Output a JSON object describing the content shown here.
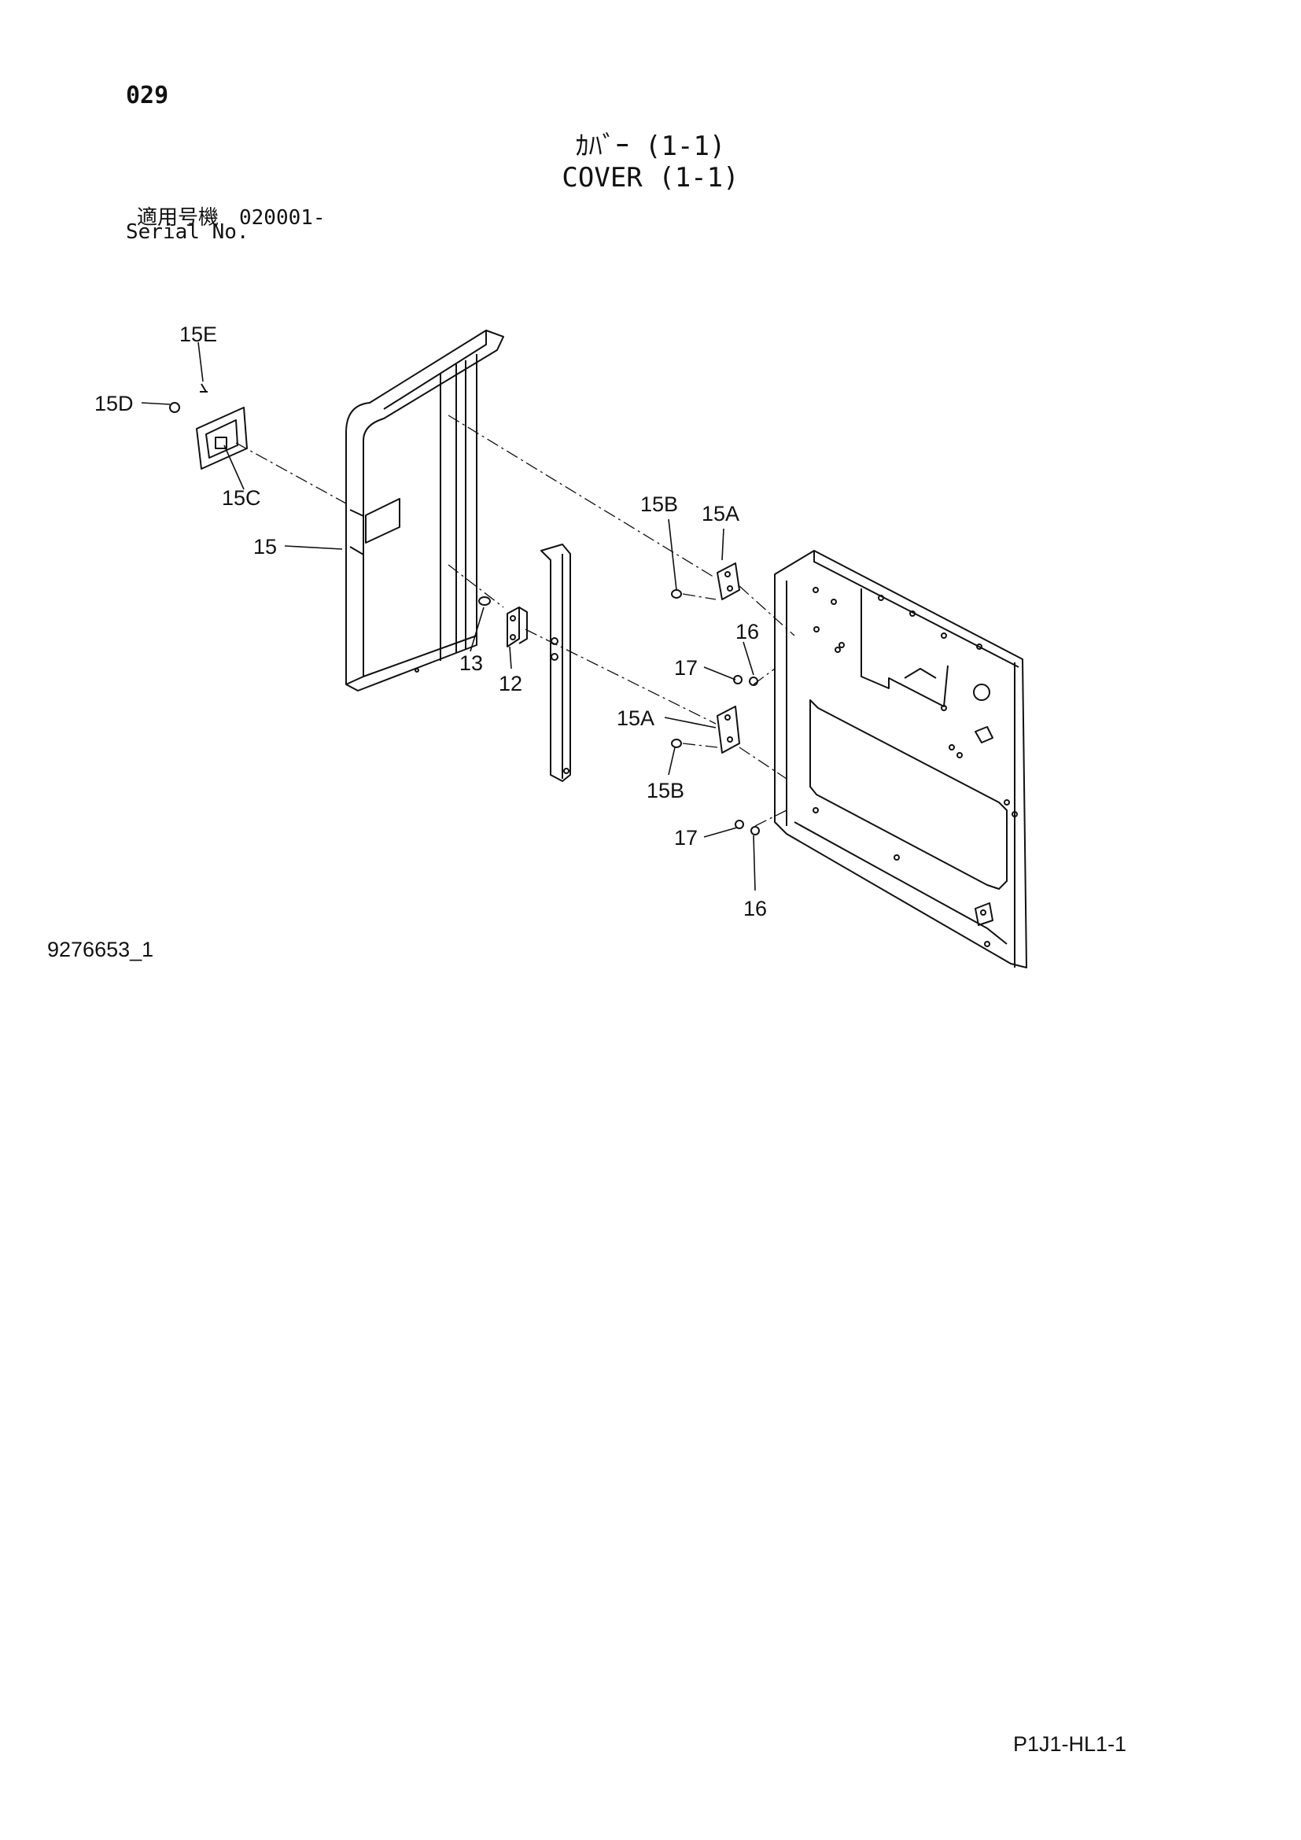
{
  "page": {
    "number": "029",
    "title_jp": "ｶﾊﾞｰ (1-1)",
    "title_en": "COVER (1-1)",
    "serial_jp": "適用号機　020001-",
    "serial_en": "Serial No.",
    "drawing_id": "9276653_1",
    "sheet_code": "P1J1-HL1-1"
  },
  "callouts": [
    "15E",
    "15D",
    "15C",
    "15",
    "13",
    "12",
    "15B",
    "15A",
    "16",
    "17",
    "15A",
    "15B",
    "17",
    "16"
  ]
}
